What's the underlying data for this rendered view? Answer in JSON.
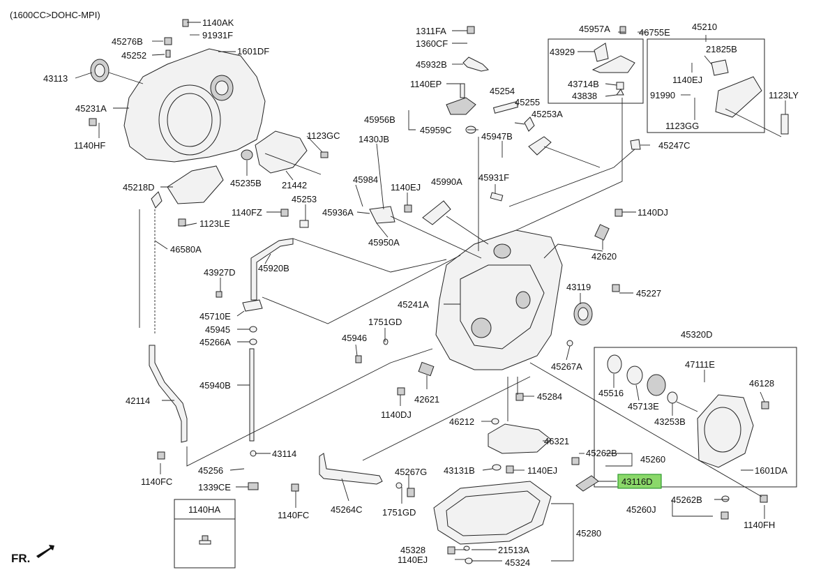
{
  "header": {
    "engine_note": "(1600CC>DOHC-MPI)"
  },
  "footer": {
    "direction_label": "FR."
  },
  "inset": {
    "title": "1140HA"
  },
  "highlighted_part": "43116D",
  "highlight_color": "#8bd86a",
  "labels": {
    "p1140AK": "1140AK",
    "p91931F": "91931F",
    "p45276B": "45276B",
    "p45252": "45252",
    "p1601DF": "1601DF",
    "p43113": "43113",
    "p45231A": "45231A",
    "p1140HF": "1140HF",
    "p1123GC": "1123GC",
    "p45235B": "45235B",
    "p21442": "21442",
    "p45218D": "45218D",
    "p1123LE": "1123LE",
    "p46580A": "46580A",
    "p1311FA": "1311FA",
    "p1360CF": "1360CF",
    "p45932B": "45932B",
    "p1140EP": "1140EP",
    "p45254": "45254",
    "p45255": "45255",
    "p45253A": "45253A",
    "p45956B": "45956B",
    "p45959C": "45959C",
    "p45947B": "45947B",
    "p1430JB": "1430JB",
    "p45984": "45984",
    "p1140EJa": "1140EJ",
    "p45990A": "45990A",
    "p45931F": "45931F",
    "p1140FZ": "1140FZ",
    "p45253": "45253",
    "p45936A": "45936A",
    "p45950A": "45950A",
    "p45920B": "45920B",
    "p43927D": "43927D",
    "p45710E": "45710E",
    "p45945": "45945",
    "p45266A": "45266A",
    "p45940B": "45940B",
    "p42114": "42114",
    "p1140FCa": "1140FC",
    "p45256": "45256",
    "p1339CE": "1339CE",
    "p43114": "43114",
    "p45241A": "45241A",
    "p1751GDa": "1751GD",
    "p45946": "45946",
    "p42621": "42621",
    "p1140DJa": "1140DJ",
    "p45957A": "45957A",
    "p46755E": "46755E",
    "p43929": "43929",
    "p43714B": "43714B",
    "p43838": "43838",
    "p45210": "45210",
    "p21825B": "21825B",
    "p1140EJb": "1140EJ",
    "p91990": "91990",
    "p1123GG": "1123GG",
    "p1123LY": "1123LY",
    "p45247C": "45247C",
    "p1140DJb": "1140DJ",
    "p42620": "42620",
    "p43119": "43119",
    "p45227": "45227",
    "p45267A": "45267A",
    "p45284": "45284",
    "p46212": "46212",
    "p46321": "46321",
    "p45262Ba": "45262B",
    "p45260": "45260",
    "p43131B": "43131B",
    "p1140EJc": "1140EJ",
    "p45267G": "45267G",
    "p45264C": "45264C",
    "p1751GDb": "1751GD",
    "p1140FCb": "1140FC",
    "p43116D": "43116D",
    "p45262Bb": "45262B",
    "p45260J": "45260J",
    "p1140FH": "1140FH",
    "p45280": "45280",
    "p45328": "45328",
    "p1140EJd": "1140EJ",
    "p21513A": "21513A",
    "p45324": "45324",
    "p45320D": "45320D",
    "p47111E": "47111E",
    "p46128": "46128",
    "p45516": "45516",
    "p45713E": "45713E",
    "p43253B": "43253B",
    "p1601DA": "1601DA"
  }
}
